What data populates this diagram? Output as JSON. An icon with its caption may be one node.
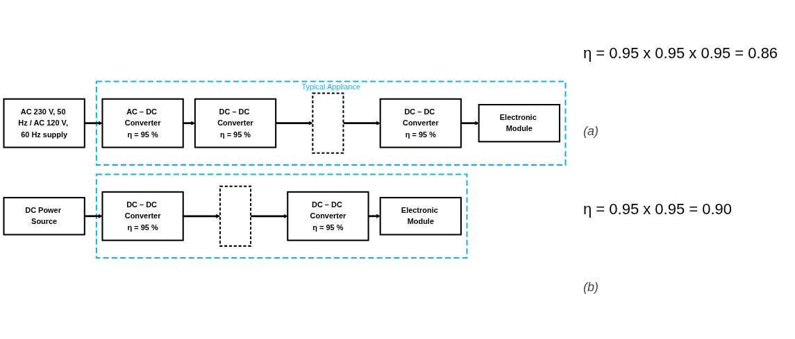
{
  "diagram": {
    "nodes": [
      {
        "text": [
          "AC 230 V, 50 Hz / AC 120 V, 60 Hz supply"
        ]
      },
      {
        "text": [
          "Typical Appliance"
        ]
      },
      {
        "text": [
          "AC – DC Converter",
          "η = 95 %"
        ],
        "in": 1
      },
      {
        "text": [
          "DC – DC Converter",
          "η = 95 %"
        ],
        "in": 1
      },
      {
        "text": [],
        "shape": "box",
        "in": 1
      },
      {
        "text": [
          "DC – DC Converter",
          "η = 95 %"
        ],
        "in": 1
      },
      {
        "text": [
          "Electronic Module"
        ],
        "in": 1
      },
      {
        "text": [
          "DC Power Source"
        ]
      },
      {
        "text": [],
        "shape": "box"
      },
      {
        "text": [
          "DC – DC Converter",
          "η = 95 %"
        ],
        "in": 8
      },
      {
        "text": [],
        "shape": "box",
        "in": 8
      },
      {
        "text": [
          "DC – DC Converter",
          "η = 95 %"
        ],
        "in": 8
      },
      {
        "text": [
          "Electronic Module"
        ],
        "in": 8
      }
    ],
    "edges": [
      {
        "from": 0,
        "to": 2,
        "arrow": "to"
      },
      {
        "from": 2,
        "to": 3,
        "arrow": "to"
      },
      {
        "from": 3,
        "to": 4,
        "arrow": "to"
      },
      {
        "from": 4,
        "to": 5,
        "arrow": "to"
      },
      {
        "from": 5,
        "to": 6,
        "arrow": "to"
      },
      {
        "from": 7,
        "to": 9,
        "arrow": "to"
      },
      {
        "from": 9,
        "to": 10,
        "arrow": "to"
      },
      {
        "from": 10,
        "to": 11,
        "arrow": "to"
      },
      {
        "from": 11,
        "to": 12,
        "arrow": "to"
      }
    ],
    "labels": [
      "η = 0.95 x 0.95 x 0.95 = 0.86",
      "(a)",
      "η = 0.95 x 0.95 = 0.90",
      "(b)"
    ]
  }
}
